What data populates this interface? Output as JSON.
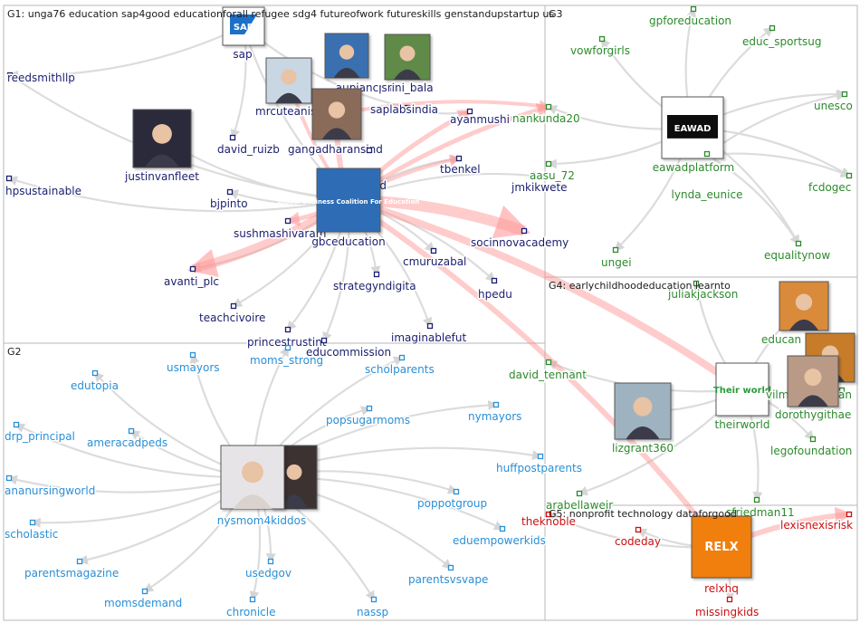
{
  "colors": {
    "g1": "#1b1f6e",
    "g2": "#2a8fd6",
    "g3": "#2c8a2c",
    "g4": "#2c8a2c",
    "g5": "#cc1010",
    "edge": "#d9d9d9",
    "edge_strong": "#ff8a8a",
    "panel": "#bdbdbd"
  },
  "groups": [
    {
      "id": "G1",
      "title": "G1: unga76 education sap4good educationforall refugee sdg4 futureofwork futureskills genstandupstartup us"
    },
    {
      "id": "G2",
      "title": "G2"
    },
    {
      "id": "G3",
      "title": "G3"
    },
    {
      "id": "G4",
      "title": "G4: earlychildhoodeducation learnto"
    },
    {
      "id": "G5",
      "title": "G5: nonprofit technology dataforgood"
    }
  ],
  "nodes": [
    {
      "id": "sap",
      "label": "sap",
      "group": "G1",
      "image": true,
      "img_text": "SAP",
      "img_style": "sap"
    },
    {
      "id": "reedsmithllp",
      "label": "reedsmithllp",
      "group": "G1"
    },
    {
      "id": "aupiancpate",
      "label": "aupiancpate",
      "group": "G1",
      "image": true,
      "img_style": "person-blue"
    },
    {
      "id": "srini_bala",
      "label": "srini_bala",
      "group": "G1",
      "image": true,
      "img_style": "person-green"
    },
    {
      "id": "mrcuteanis",
      "label": "mrcuteanis",
      "group": "G1",
      "image": true,
      "img_style": "person-light"
    },
    {
      "id": "saplabsindia",
      "label": "saplabsindia",
      "group": "G1"
    },
    {
      "id": "ayanmushi",
      "label": "ayanmushi",
      "group": "G1"
    },
    {
      "id": "justinvanfleet",
      "label": "justinvanfleet",
      "group": "G1",
      "image": true,
      "img_style": "person-dark"
    },
    {
      "id": "david_ruizb",
      "label": "david_ruizb",
      "group": "G1"
    },
    {
      "id": "gangadharansind",
      "label": "gangadharansind",
      "group": "G1",
      "image": true,
      "img_style": "person-woman"
    },
    {
      "id": "tbenkel",
      "label": "tbenkel",
      "group": "G1"
    },
    {
      "id": "hpsustainable",
      "label": "hpsustainable",
      "group": "G1"
    },
    {
      "id": "ood",
      "label": "ood",
      "group": "G1"
    },
    {
      "id": "jmkikwete",
      "label": "jmkikwete",
      "group": "G1"
    },
    {
      "id": "bjpinto",
      "label": "bjpinto",
      "group": "G1"
    },
    {
      "id": "sushmashivaram",
      "label": "sushmashivaram",
      "group": "G1"
    },
    {
      "id": "gbceducation",
      "label": "gbceducation",
      "group": "G1",
      "image": true,
      "img_text": "Global Business Coalition For Education",
      "img_style": "gbc"
    },
    {
      "id": "socinnovacademy",
      "label": "socinnovacademy",
      "group": "G1"
    },
    {
      "id": "avanti_plc",
      "label": "avanti_plc",
      "group": "G1"
    },
    {
      "id": "cmuruzabal",
      "label": "cmuruzabal",
      "group": "G1"
    },
    {
      "id": "strategyndigita",
      "label": "strategyndigita",
      "group": "G1"
    },
    {
      "id": "hpedu",
      "label": "hpedu",
      "group": "G1"
    },
    {
      "id": "teachcivoire",
      "label": "teachcivoire",
      "group": "G1"
    },
    {
      "id": "princestrustint",
      "label": "princestrustint",
      "group": "G1"
    },
    {
      "id": "imaginablefut",
      "label": "imaginablefut",
      "group": "G1"
    },
    {
      "id": "educommission",
      "label": "educommission",
      "group": "G1"
    },
    {
      "id": "usmayors",
      "label": "usmayors",
      "group": "G2"
    },
    {
      "id": "moms_strong",
      "label": "moms_strong",
      "group": "G2"
    },
    {
      "id": "scholparents",
      "label": "scholparents",
      "group": "G2"
    },
    {
      "id": "edutopia",
      "label": "edutopia",
      "group": "G2"
    },
    {
      "id": "popsugarmoms",
      "label": "popsugarmoms",
      "group": "G2"
    },
    {
      "id": "nymayors",
      "label": "nymayors",
      "group": "G2"
    },
    {
      "id": "drp_principal",
      "label": "drp_principal",
      "group": "G2"
    },
    {
      "id": "ameracadpeds",
      "label": "ameracadpeds",
      "group": "G2"
    },
    {
      "id": "huffpostparents",
      "label": "huffpostparents",
      "group": "G2"
    },
    {
      "id": "ananursingworld",
      "label": "ananursingworld",
      "group": "G2"
    },
    {
      "id": "nysmom4kiddos",
      "label": "nysmom4kiddos",
      "group": "G2",
      "image": true,
      "img_style": "person-blonde"
    },
    {
      "id": "poppotgroup",
      "label": "poppotgroup",
      "group": "G2"
    },
    {
      "id": "scholastic",
      "label": "scholastic",
      "group": "G2"
    },
    {
      "id": "eduempowerkids",
      "label": "eduempowerkids",
      "group": "G2"
    },
    {
      "id": "parentsmagazine",
      "label": "parentsmagazine",
      "group": "G2"
    },
    {
      "id": "usedgov",
      "label": "usedgov",
      "group": "G2"
    },
    {
      "id": "parentsvsvape",
      "label": "parentsvsvape",
      "group": "G2"
    },
    {
      "id": "momsdemand",
      "label": "momsdemand",
      "group": "G2"
    },
    {
      "id": "chronicle",
      "label": "chronicle",
      "group": "G2"
    },
    {
      "id": "nassp",
      "label": "nassp",
      "group": "G2"
    },
    {
      "id": "gpforeducation",
      "label": "gpforeducation",
      "group": "G3"
    },
    {
      "id": "vowforgirls",
      "label": "vowforgirls",
      "group": "G3"
    },
    {
      "id": "educ_sportsug",
      "label": "educ_sportsug",
      "group": "G3"
    },
    {
      "id": "unesco",
      "label": "unesco",
      "group": "G3"
    },
    {
      "id": "nankunda20",
      "label": "nankunda20",
      "group": "G3"
    },
    {
      "id": "eawadplatform",
      "label": "eawadplatform",
      "group": "G3",
      "image": true,
      "img_text": "EAWAD",
      "img_style": "eawad"
    },
    {
      "id": "fcdogec",
      "label": "fcdogec",
      "group": "G3"
    },
    {
      "id": "aasu_72",
      "label": "aasu_72",
      "group": "G3"
    },
    {
      "id": "lynda_eunice",
      "label": "lynda_eunice",
      "group": "G3"
    },
    {
      "id": "ungei",
      "label": "ungei",
      "group": "G3"
    },
    {
      "id": "equalitynow",
      "label": "equalitynow",
      "group": "G3"
    },
    {
      "id": "juliakjackson",
      "label": "juliakjackson",
      "group": "G4"
    },
    {
      "id": "educan",
      "label": "educan",
      "group": "G4",
      "image": true,
      "img_style": "person-orange"
    },
    {
      "id": "david_tennant",
      "label": "david_tennant",
      "group": "G4"
    },
    {
      "id": "theirworld",
      "label": "theirworld",
      "group": "G4",
      "image": true,
      "img_text": "Their world",
      "img_style": "theirworld"
    },
    {
      "id": "vilm",
      "label": "vilm",
      "group": "G4"
    },
    {
      "id": "an",
      "label": "an",
      "group": "G4"
    },
    {
      "id": "dorothygithae",
      "label": "dorothygithae",
      "group": "G4",
      "image": true,
      "img_style": "person-glasses"
    },
    {
      "id": "lizgrant360",
      "label": "lizgrant360",
      "group": "G4",
      "image": true,
      "img_style": "person-lady"
    },
    {
      "id": "legofoundation",
      "label": "legofoundation",
      "group": "G4"
    },
    {
      "id": "arabellaweir",
      "label": "arabellaweir",
      "group": "G4"
    },
    {
      "id": "sfriedman11",
      "label": "sfriedman11",
      "group": "G4"
    },
    {
      "id": "theknoble",
      "label": "theknoble",
      "group": "G5"
    },
    {
      "id": "codeday",
      "label": "codeday",
      "group": "G5"
    },
    {
      "id": "lexisnexisrisk",
      "label": "lexisnexisrisk",
      "group": "G5"
    },
    {
      "id": "relxhq",
      "label": "relxhq",
      "group": "G5",
      "image": true,
      "img_text": "RELX",
      "img_style": "relx"
    },
    {
      "id": "missingkids",
      "label": "missingkids",
      "group": "G5"
    }
  ]
}
